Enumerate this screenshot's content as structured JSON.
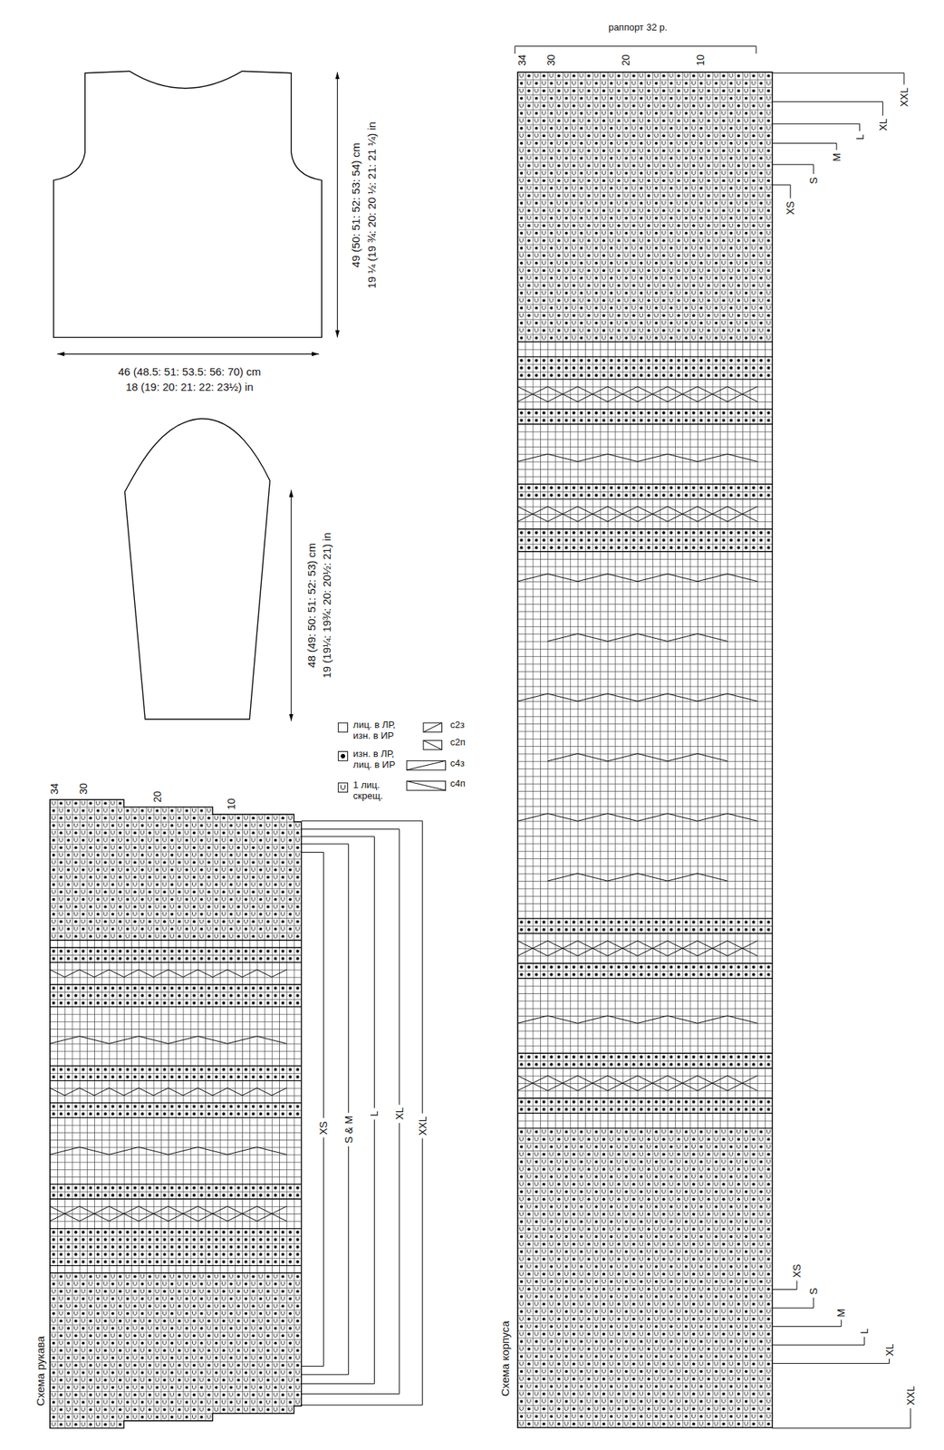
{
  "diagram": {
    "labels": [
      "49 (50: 51: 52: 53: 54) cm",
      "19 ¼ (19 ¾: 20: 20 ½: 21: 21 ¼) in",
      "46 (48.5: 51: 53.5: 56: 70) cm",
      "18 (19: 20: 21: 22: 23½) in",
      "48 (49: 50: 51: 52: 53) cm",
      "19 (19¼: 19¾: 20: 20½: 21) in",
      "34",
      "30",
      "20",
      "10",
      "XS",
      "S & M",
      "L",
      "XL",
      "XXL",
      "Схема рукава",
      "раппорт 32 р.",
      "34",
      "30",
      "20",
      "10",
      "XXL",
      "XL",
      "L",
      "M",
      "S",
      "XS",
      "XS",
      "S",
      "M",
      "L",
      "XL",
      "XXL",
      "Схема корпуса"
    ],
    "legend": [
      {
        "text": "лиц. в ЛР, изн. в ИР"
      },
      {
        "text": "изн. в ЛР, лиц. в ИР"
      },
      {
        "text": "1 лиц. скрещ."
      },
      {
        "text": "с2з"
      },
      {
        "text": "с2п"
      },
      {
        "text": "с4з"
      },
      {
        "text": "с4п"
      }
    ]
  }
}
